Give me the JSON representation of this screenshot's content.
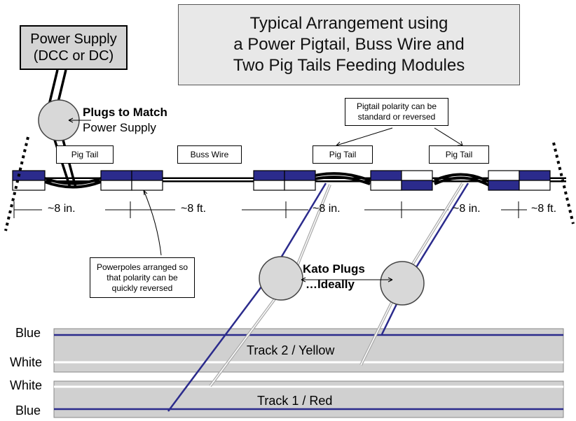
{
  "title": {
    "line1": "Typical Arrangement using",
    "line2": "a Power Pigtail, Buss Wire and",
    "line3": "Two Pig Tails Feeding Modules"
  },
  "power_supply": {
    "line1": "Power Supply",
    "line2": "(DCC or DC)"
  },
  "plugs_label": {
    "line1": "Plugs to Match",
    "line2": "Power Supply"
  },
  "wire_labels": {
    "pigtail_left": "Pig Tail",
    "buss_wire": "Buss Wire",
    "pigtail_mid": "Pig Tail",
    "pigtail_right": "Pig Tail"
  },
  "polarity_note": {
    "line1": "Pigtail polarity can be",
    "line2": "standard or reversed"
  },
  "dimensions": {
    "d1": "~8 in.",
    "d2": "~8 ft.",
    "d3": "~8 in.",
    "d4": "~8 in.",
    "d5": "~8 ft."
  },
  "powerpoles_note": {
    "line1": "Powerpoles arranged so",
    "line2": "that polarity can be",
    "line3": "quickly reversed"
  },
  "kato_label": {
    "line1": "Kato Plugs",
    "line2": "…Ideally"
  },
  "tracks": {
    "track2": "Track 2 / Yellow",
    "track1": "Track 1 / Red"
  },
  "side_labels": {
    "blue_top": "Blue",
    "white_top": "White",
    "white_bottom": "White",
    "blue_bottom": "Blue"
  },
  "colors": {
    "pole_blue": "#2b2b8c",
    "track_fill": "#d0d0d0",
    "plug_fill": "#d8d8d8"
  }
}
